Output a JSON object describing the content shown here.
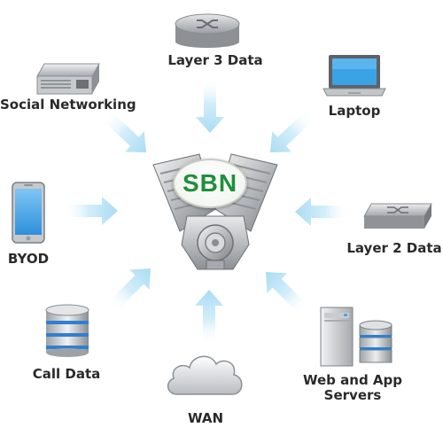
{
  "hub": {
    "label": "SBN"
  },
  "nodes": {
    "layer3": {
      "label": "Layer 3 Data",
      "icon": "router-icon"
    },
    "laptop": {
      "label": "Laptop",
      "icon": "laptop-icon"
    },
    "layer2": {
      "label": "Layer 2 Data",
      "icon": "switch-icon"
    },
    "webapp": {
      "label_line1": "Web and App",
      "label_line2": "Servers",
      "icon": "server-icon"
    },
    "wan": {
      "label": "WAN",
      "icon": "cloud-icon"
    },
    "call": {
      "label": "Call Data",
      "icon": "database-icon"
    },
    "byod": {
      "label": "BYOD",
      "icon": "smartphone-icon"
    },
    "social": {
      "label": "Social Networking",
      "icon": "server-appliance-icon"
    }
  },
  "colors": {
    "arrow": "#bfe6f7",
    "arrow_edge": "#9fd8f2",
    "hub_text": "#1d8f3b",
    "label_text": "#2a2a2a"
  }
}
